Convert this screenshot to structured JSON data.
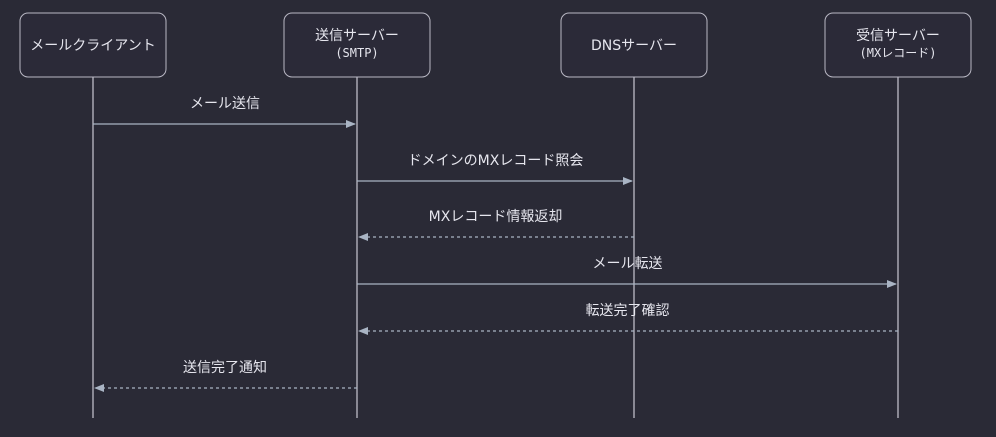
{
  "participants": [
    {
      "id": "client",
      "label": "メールクライアント",
      "sub": ""
    },
    {
      "id": "smtp",
      "label": "送信サーバー",
      "sub": "(SMTP)"
    },
    {
      "id": "dns",
      "label": "DNSサーバー",
      "sub": ""
    },
    {
      "id": "mx",
      "label": "受信サーバー",
      "sub": "(MXレコード)"
    }
  ],
  "messages": [
    {
      "from": "client",
      "to": "smtp",
      "label": "メール送信",
      "style": "solid"
    },
    {
      "from": "smtp",
      "to": "dns",
      "label": "ドメインのMXレコード照会",
      "style": "solid"
    },
    {
      "from": "dns",
      "to": "smtp",
      "label": "MXレコード情報返却",
      "style": "dashed"
    },
    {
      "from": "smtp",
      "to": "mx",
      "label": "メール転送",
      "style": "solid"
    },
    {
      "from": "mx",
      "to": "smtp",
      "label": "転送完了確認",
      "style": "dashed"
    },
    {
      "from": "smtp",
      "to": "client",
      "label": "送信完了通知",
      "style": "dashed"
    }
  ],
  "colors": {
    "background": "#2a2a36",
    "box_stroke": "#b9b8c4",
    "arrow": "#a9b4c4",
    "text": "#e6e6ee"
  }
}
